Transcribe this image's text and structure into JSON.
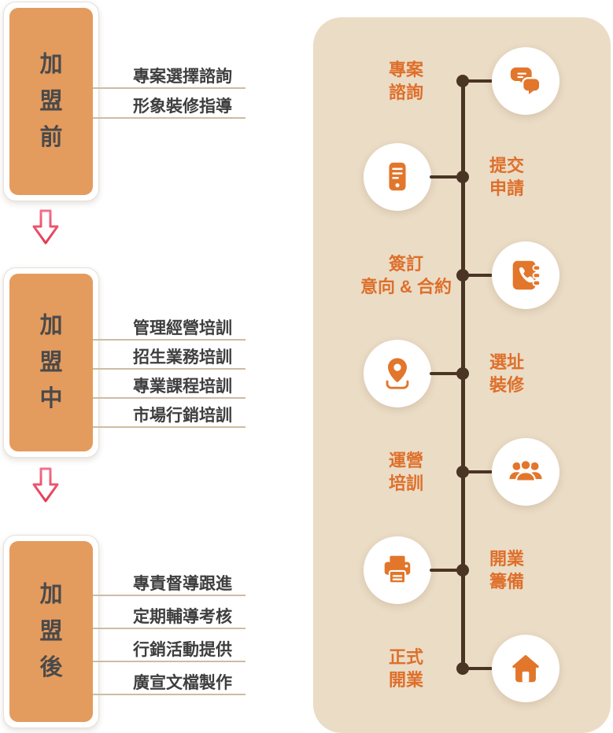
{
  "stages": [
    {
      "title": "加盟前",
      "items": [
        "專案選擇諮詢",
        "形象裝修指導"
      ]
    },
    {
      "title": "加盟中",
      "items": [
        "管理經營培訓",
        "招生業務培訓",
        "專業課程培訓",
        "市場行銷培訓"
      ]
    },
    {
      "title": "加盟後",
      "items": [
        "專責督導跟進",
        "定期輔導考核",
        "行銷活動提供",
        "廣宣文檔製作"
      ]
    }
  ],
  "timeline": [
    {
      "lines": [
        "專案",
        "諮詢"
      ],
      "icon": "chat-icon",
      "icon_side": "right"
    },
    {
      "lines": [
        "提交",
        "申請"
      ],
      "icon": "phone-icon",
      "icon_side": "left"
    },
    {
      "lines": [
        "簽訂",
        "意向 & 合約"
      ],
      "icon": "contacts-book-icon",
      "icon_side": "right"
    },
    {
      "lines": [
        "選址",
        "裝修"
      ],
      "icon": "location-pin-icon",
      "icon_side": "left"
    },
    {
      "lines": [
        "運營",
        "培訓"
      ],
      "icon": "people-group-icon",
      "icon_side": "right"
    },
    {
      "lines": [
        "開業",
        "籌備"
      ],
      "icon": "printer-icon",
      "icon_side": "left"
    },
    {
      "lines": [
        "正式",
        "開業"
      ],
      "icon": "home-icon",
      "icon_side": "right"
    }
  ],
  "colors": {
    "accent_orange": "#e2762b",
    "stage_box_orange": "#e49b5e",
    "panel_beige": "#ebdcc6",
    "timeline_brown": "#4a3423",
    "arrow_red_top": "#f2708a",
    "arrow_red_bottom": "#e23b52",
    "item_line": "#cdbca4",
    "text_dark": "#3e3e3e"
  }
}
